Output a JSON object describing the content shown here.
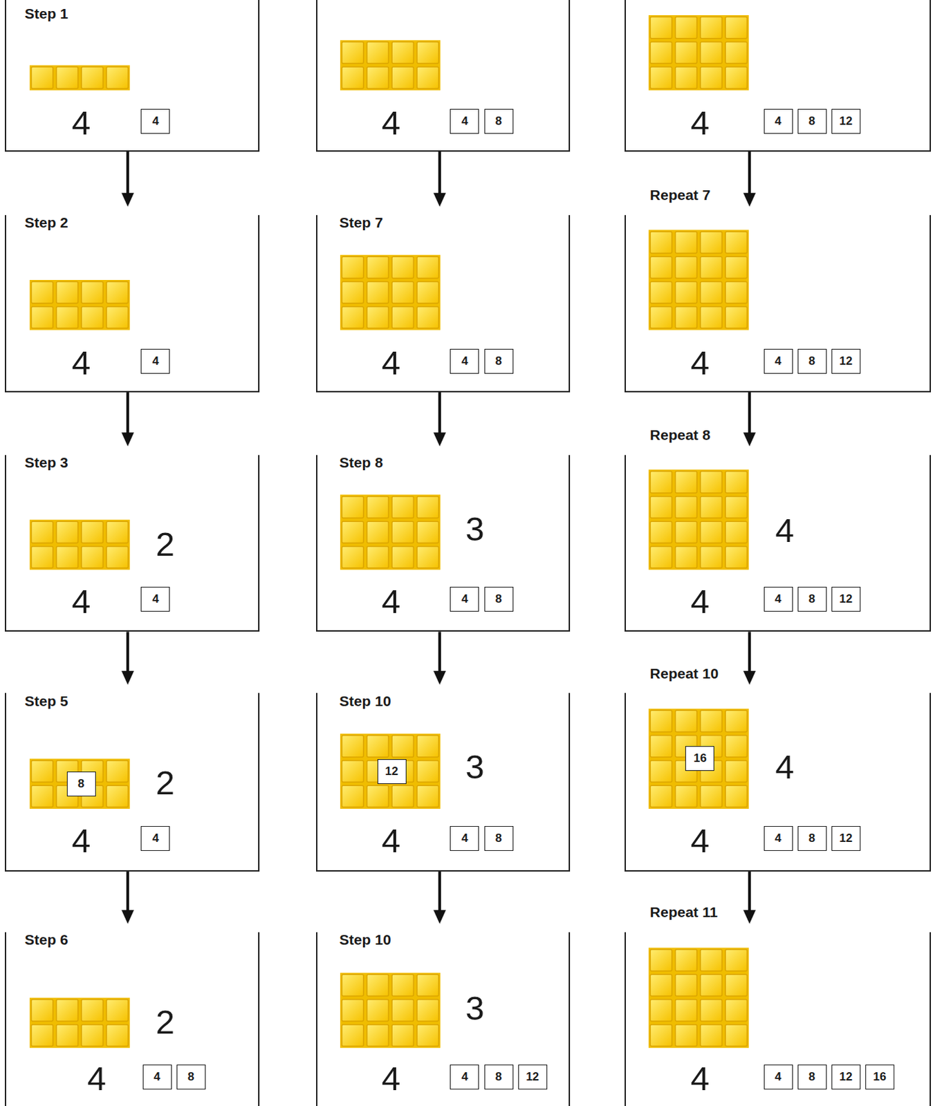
{
  "diagram": {
    "nodes": [
      {
        "text": [
          "Step 1",
          "4",
          "4"
        ]
      },
      {
        "text": [
          "Step 2",
          "4",
          "4"
        ]
      },
      {
        "text": [
          "Step 3",
          "2",
          "4",
          "4"
        ]
      },
      {
        "text": [
          "Step 5",
          "8",
          "2",
          "4",
          "4"
        ]
      },
      {
        "text": [
          "Step 6",
          "2",
          "4",
          "4",
          "8"
        ]
      },
      {
        "text": [
          "4",
          "4",
          "8"
        ]
      },
      {
        "text": [
          "Step 7",
          "4",
          "4",
          "8"
        ]
      },
      {
        "text": [
          "Step 8",
          "3",
          "4",
          "4",
          "8"
        ]
      },
      {
        "text": [
          "Step 10",
          "12",
          "3",
          "4",
          "4",
          "8"
        ]
      },
      {
        "text": [
          "Step 10",
          "3",
          "4",
          "4",
          "8",
          "12"
        ]
      },
      {
        "text": [
          "4",
          "4",
          "8",
          "12"
        ]
      },
      {
        "text": [
          "Repeat 7",
          "4",
          "4",
          "8",
          "12"
        ]
      },
      {
        "text": [
          "Repeat 8",
          "4",
          "4",
          "4",
          "8",
          "12"
        ]
      },
      {
        "text": [
          "Repeat 10",
          "16",
          "4",
          "4",
          "4",
          "8",
          "12"
        ]
      },
      {
        "text": [
          "Repeat 11",
          "4",
          "4",
          "8",
          "12",
          "16"
        ]
      }
    ],
    "edges": [
      {
        "from": 0,
        "to": 1,
        "arrow": "to"
      },
      {
        "from": 1,
        "to": 2,
        "arrow": "to"
      },
      {
        "from": 2,
        "to": 3,
        "arrow": "to"
      },
      {
        "from": 3,
        "to": 4,
        "arrow": "to"
      },
      {
        "from": 5,
        "to": 6,
        "arrow": "to"
      },
      {
        "from": 6,
        "to": 7,
        "arrow": "to"
      },
      {
        "from": 7,
        "to": 8,
        "arrow": "to"
      },
      {
        "from": 8,
        "to": 9,
        "arrow": "to"
      },
      {
        "from": 10,
        "to": 11,
        "arrow": "to"
      },
      {
        "from": 11,
        "to": 12,
        "arrow": "to"
      },
      {
        "from": 12,
        "to": 13,
        "arrow": "to"
      },
      {
        "from": 13,
        "to": 14,
        "arrow": "to"
      }
    ]
  }
}
